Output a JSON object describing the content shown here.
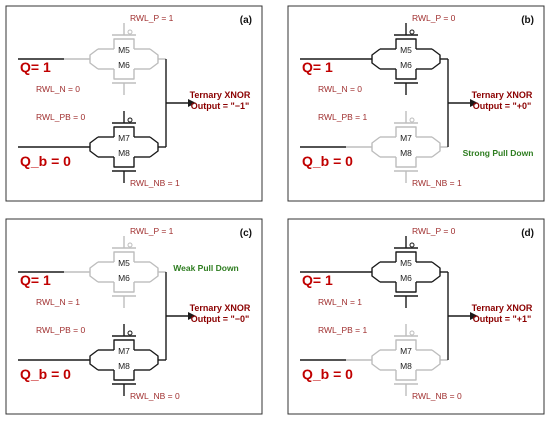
{
  "colors": {
    "signal": "#a03030",
    "big_label": "#c00000",
    "output": "#8b0000",
    "note": "#2e7d20",
    "wire_dark": "#1a1a1a",
    "wire_faded": "#bdbdbd",
    "frame": "#333333"
  },
  "panels": [
    {
      "id": "a",
      "tag": "(a)",
      "rwl_p": "RWL_P = 1",
      "rwl_n": "RWL_N = 0",
      "rwl_pb": "RWL_PB = 0",
      "rwl_nb": "RWL_NB = 1",
      "m5": "M5",
      "m6": "M6",
      "m7": "M7",
      "m8": "M8",
      "q": "Q= 1",
      "qb": "Q_b = 0",
      "out1": "Ternary XNOR",
      "out2": "Output = \"−1\"",
      "note": "",
      "note_pos": "none",
      "top_active": false,
      "bottom_active": true
    },
    {
      "id": "b",
      "tag": "(b)",
      "rwl_p": "RWL_P = 0",
      "rwl_n": "RWL_N = 0",
      "rwl_pb": "RWL_PB = 1",
      "rwl_nb": "RWL_NB = 1",
      "m5": "M5",
      "m6": "M6",
      "m7": "M7",
      "m8": "M8",
      "q": "Q= 1",
      "qb": "Q_b = 0",
      "out1": "Ternary XNOR",
      "out2": "Output = \"+0\"",
      "note": "Strong Pull Down",
      "note_pos": "bottom",
      "top_active": true,
      "bottom_active": false
    },
    {
      "id": "c",
      "tag": "(c)",
      "rwl_p": "RWL_P = 1",
      "rwl_n": "RWL_N = 1",
      "rwl_pb": "RWL_PB = 0",
      "rwl_nb": "RWL_NB = 0",
      "m5": "M5",
      "m6": "M6",
      "m7": "M7",
      "m8": "M8",
      "q": "Q= 1",
      "qb": "Q_b = 0",
      "out1": "Ternary XNOR",
      "out2": "Output = \"−0\"",
      "note": "Weak Pull Down",
      "note_pos": "top",
      "top_active": false,
      "bottom_active": true
    },
    {
      "id": "d",
      "tag": "(d)",
      "rwl_p": "RWL_P = 0",
      "rwl_n": "RWL_N = 1",
      "rwl_pb": "RWL_PB = 1",
      "rwl_nb": "RWL_NB = 0",
      "m5": "M5",
      "m6": "M6",
      "m7": "M7",
      "m8": "M8",
      "q": "Q= 1",
      "qb": "Q_b = 0",
      "out1": "Ternary XNOR",
      "out2": "Output = \"+1\"",
      "note": "",
      "note_pos": "none",
      "top_active": true,
      "bottom_active": false
    }
  ]
}
